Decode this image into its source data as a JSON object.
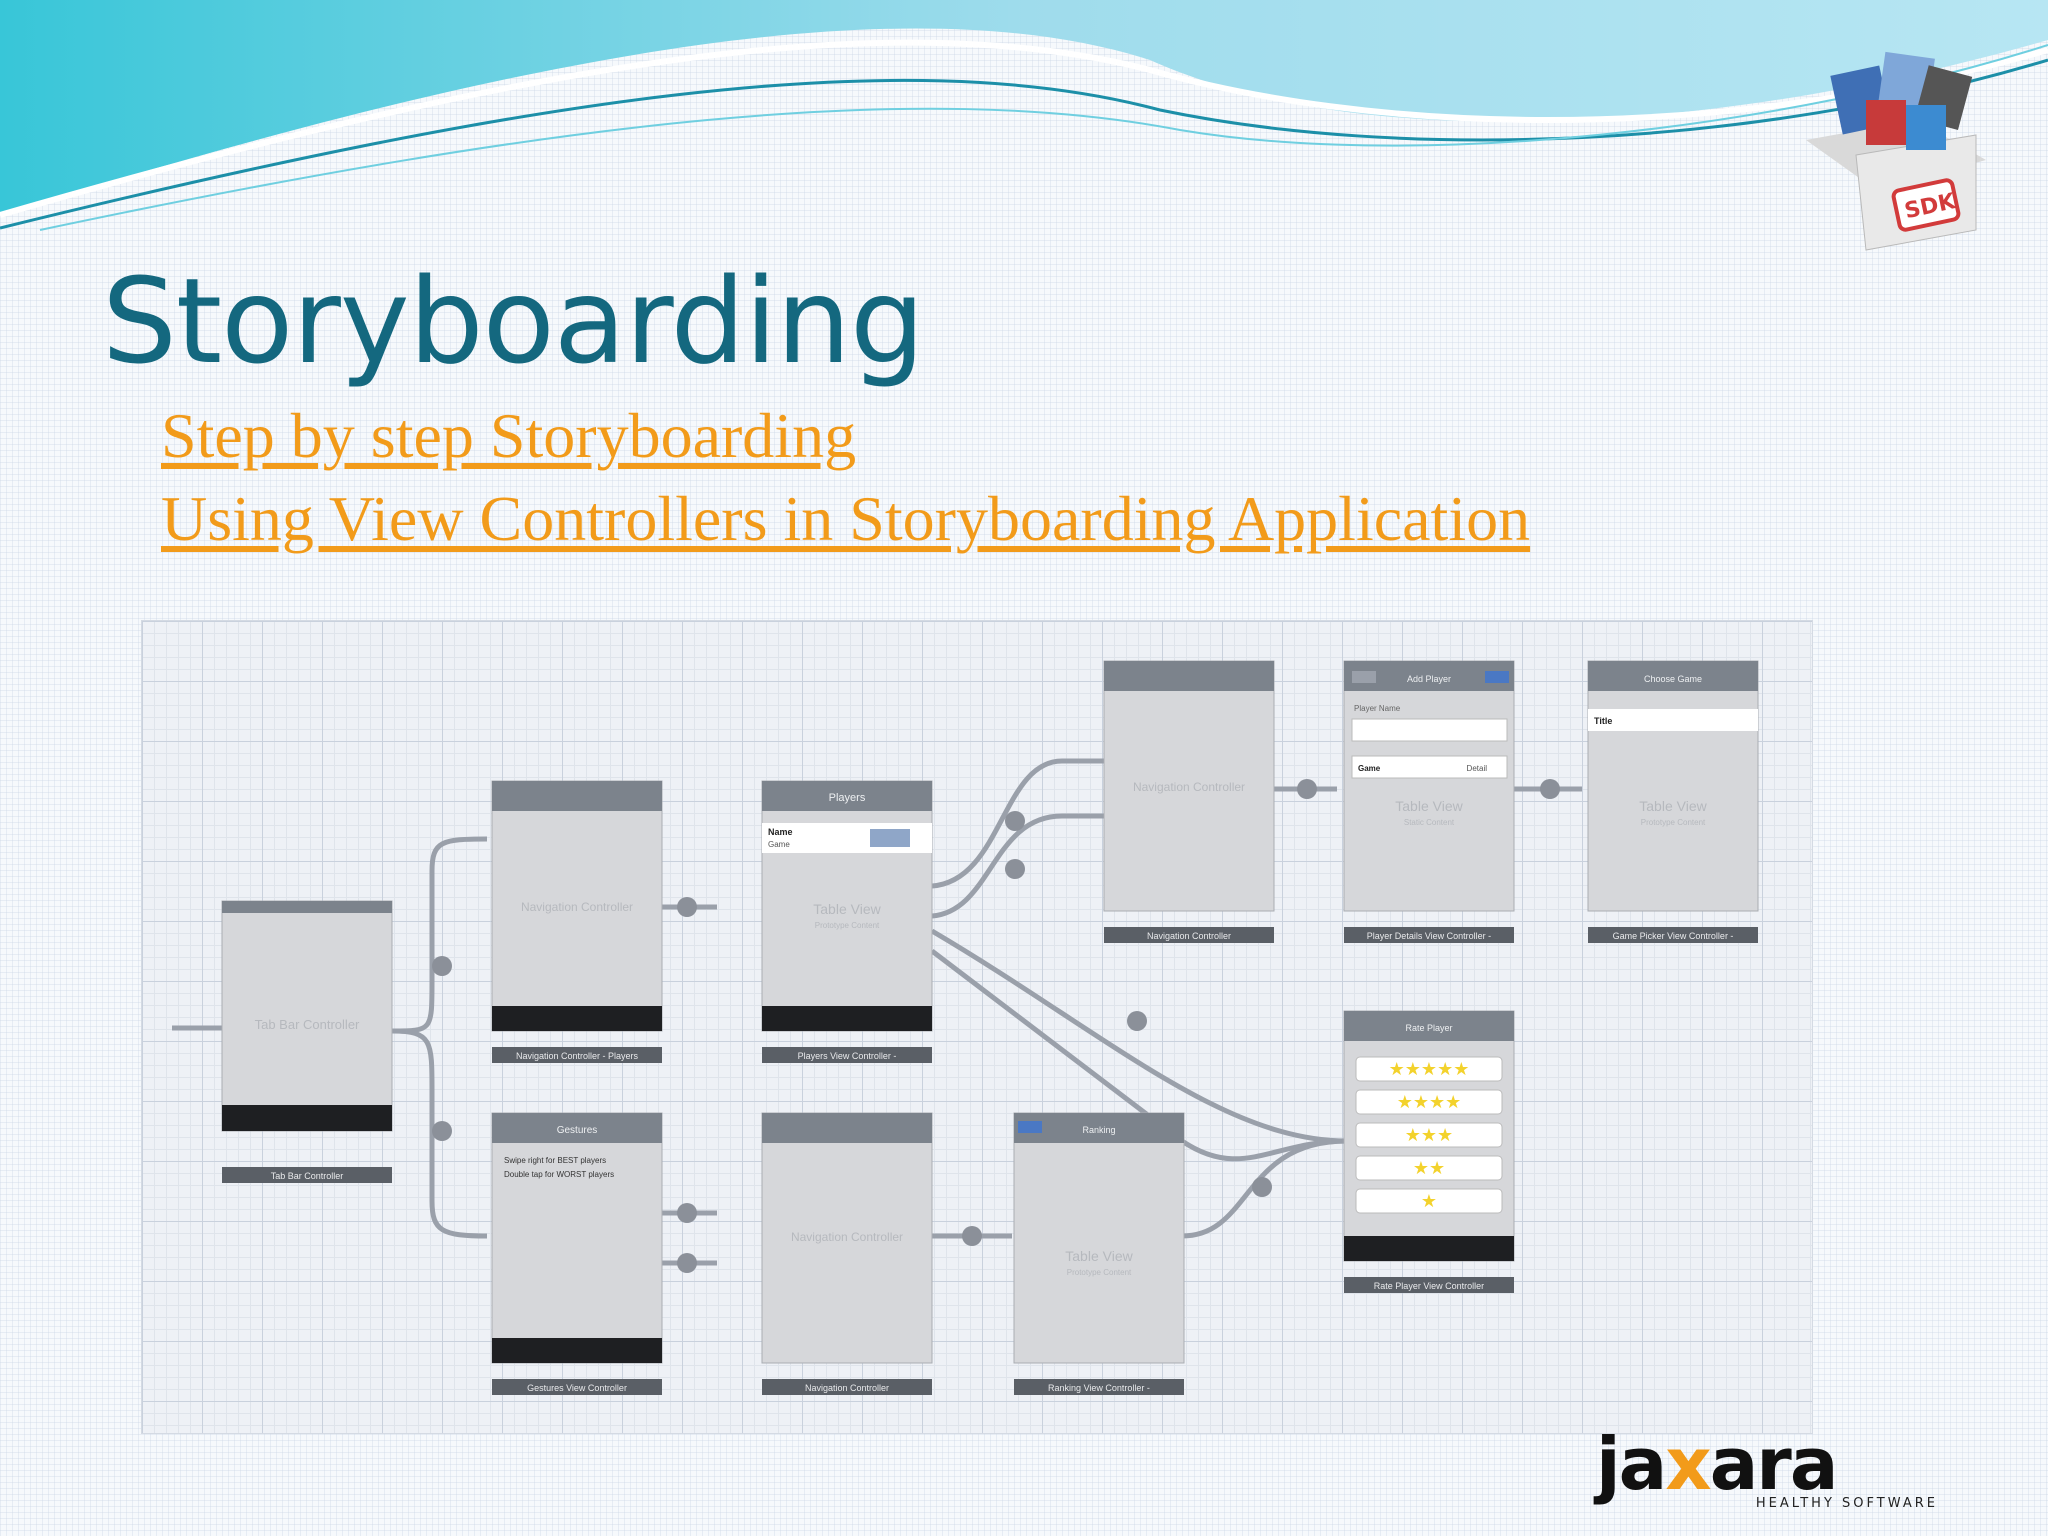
{
  "slide": {
    "title": "Storyboarding",
    "links": [
      "Step by step Storyboarding",
      "Using View Controllers in Storyboarding Application"
    ]
  },
  "logo": {
    "brand_left": "ja",
    "brand_mid": "x",
    "brand_right": "ara",
    "tagline": "HEALTHY SOFTWARE",
    "badge": "SDK"
  },
  "storyboard": {
    "scenes": [
      {
        "id": "tabbar",
        "body": "Tab Bar Controller",
        "caption": "Tab Bar Controller"
      },
      {
        "id": "nav1",
        "body": "Navigation Controller",
        "caption": "Navigation Controller - Players"
      },
      {
        "id": "players",
        "nav": "Players",
        "cell_title": "Name",
        "cell_sub": "Game",
        "body": "Table View",
        "body_sub": "Prototype Content",
        "caption": "Players View Controller -"
      },
      {
        "id": "nav2",
        "body": "Navigation Controller",
        "caption": "Navigation Controller"
      },
      {
        "id": "details",
        "nav": "Add Player",
        "row1": "Player Name",
        "row2": "Game",
        "row2_detail": "Detail",
        "body": "Table View",
        "body_sub": "Static Content",
        "caption": "Player Details View Controller -"
      },
      {
        "id": "picker",
        "nav": "Choose Game",
        "row1": "Title",
        "body": "Table View",
        "body_sub": "Prototype Content",
        "caption": "Game Picker View Controller -"
      },
      {
        "id": "gestures",
        "nav": "Gestures",
        "text1": "Swipe right for BEST players",
        "text2": "Double tap for WORST players",
        "caption": "Gestures View Controller"
      },
      {
        "id": "nav3",
        "body": "Navigation Controller",
        "caption": "Navigation Controller"
      },
      {
        "id": "ranking",
        "nav": "Ranking",
        "body": "Table View",
        "body_sub": "Prototype Content",
        "caption": "Ranking View Controller -"
      },
      {
        "id": "rate",
        "nav": "Rate Player",
        "caption": "Rate Player View Controller"
      }
    ],
    "ratings": [
      "★★★★★",
      "★★★★",
      "★★★",
      "★★",
      "★"
    ]
  },
  "colors": {
    "title": "#14687f",
    "link": "#f29b1a",
    "nav_bar": "#7c838c",
    "scene_body": "#d6d7da",
    "star": "#f3d22c"
  }
}
